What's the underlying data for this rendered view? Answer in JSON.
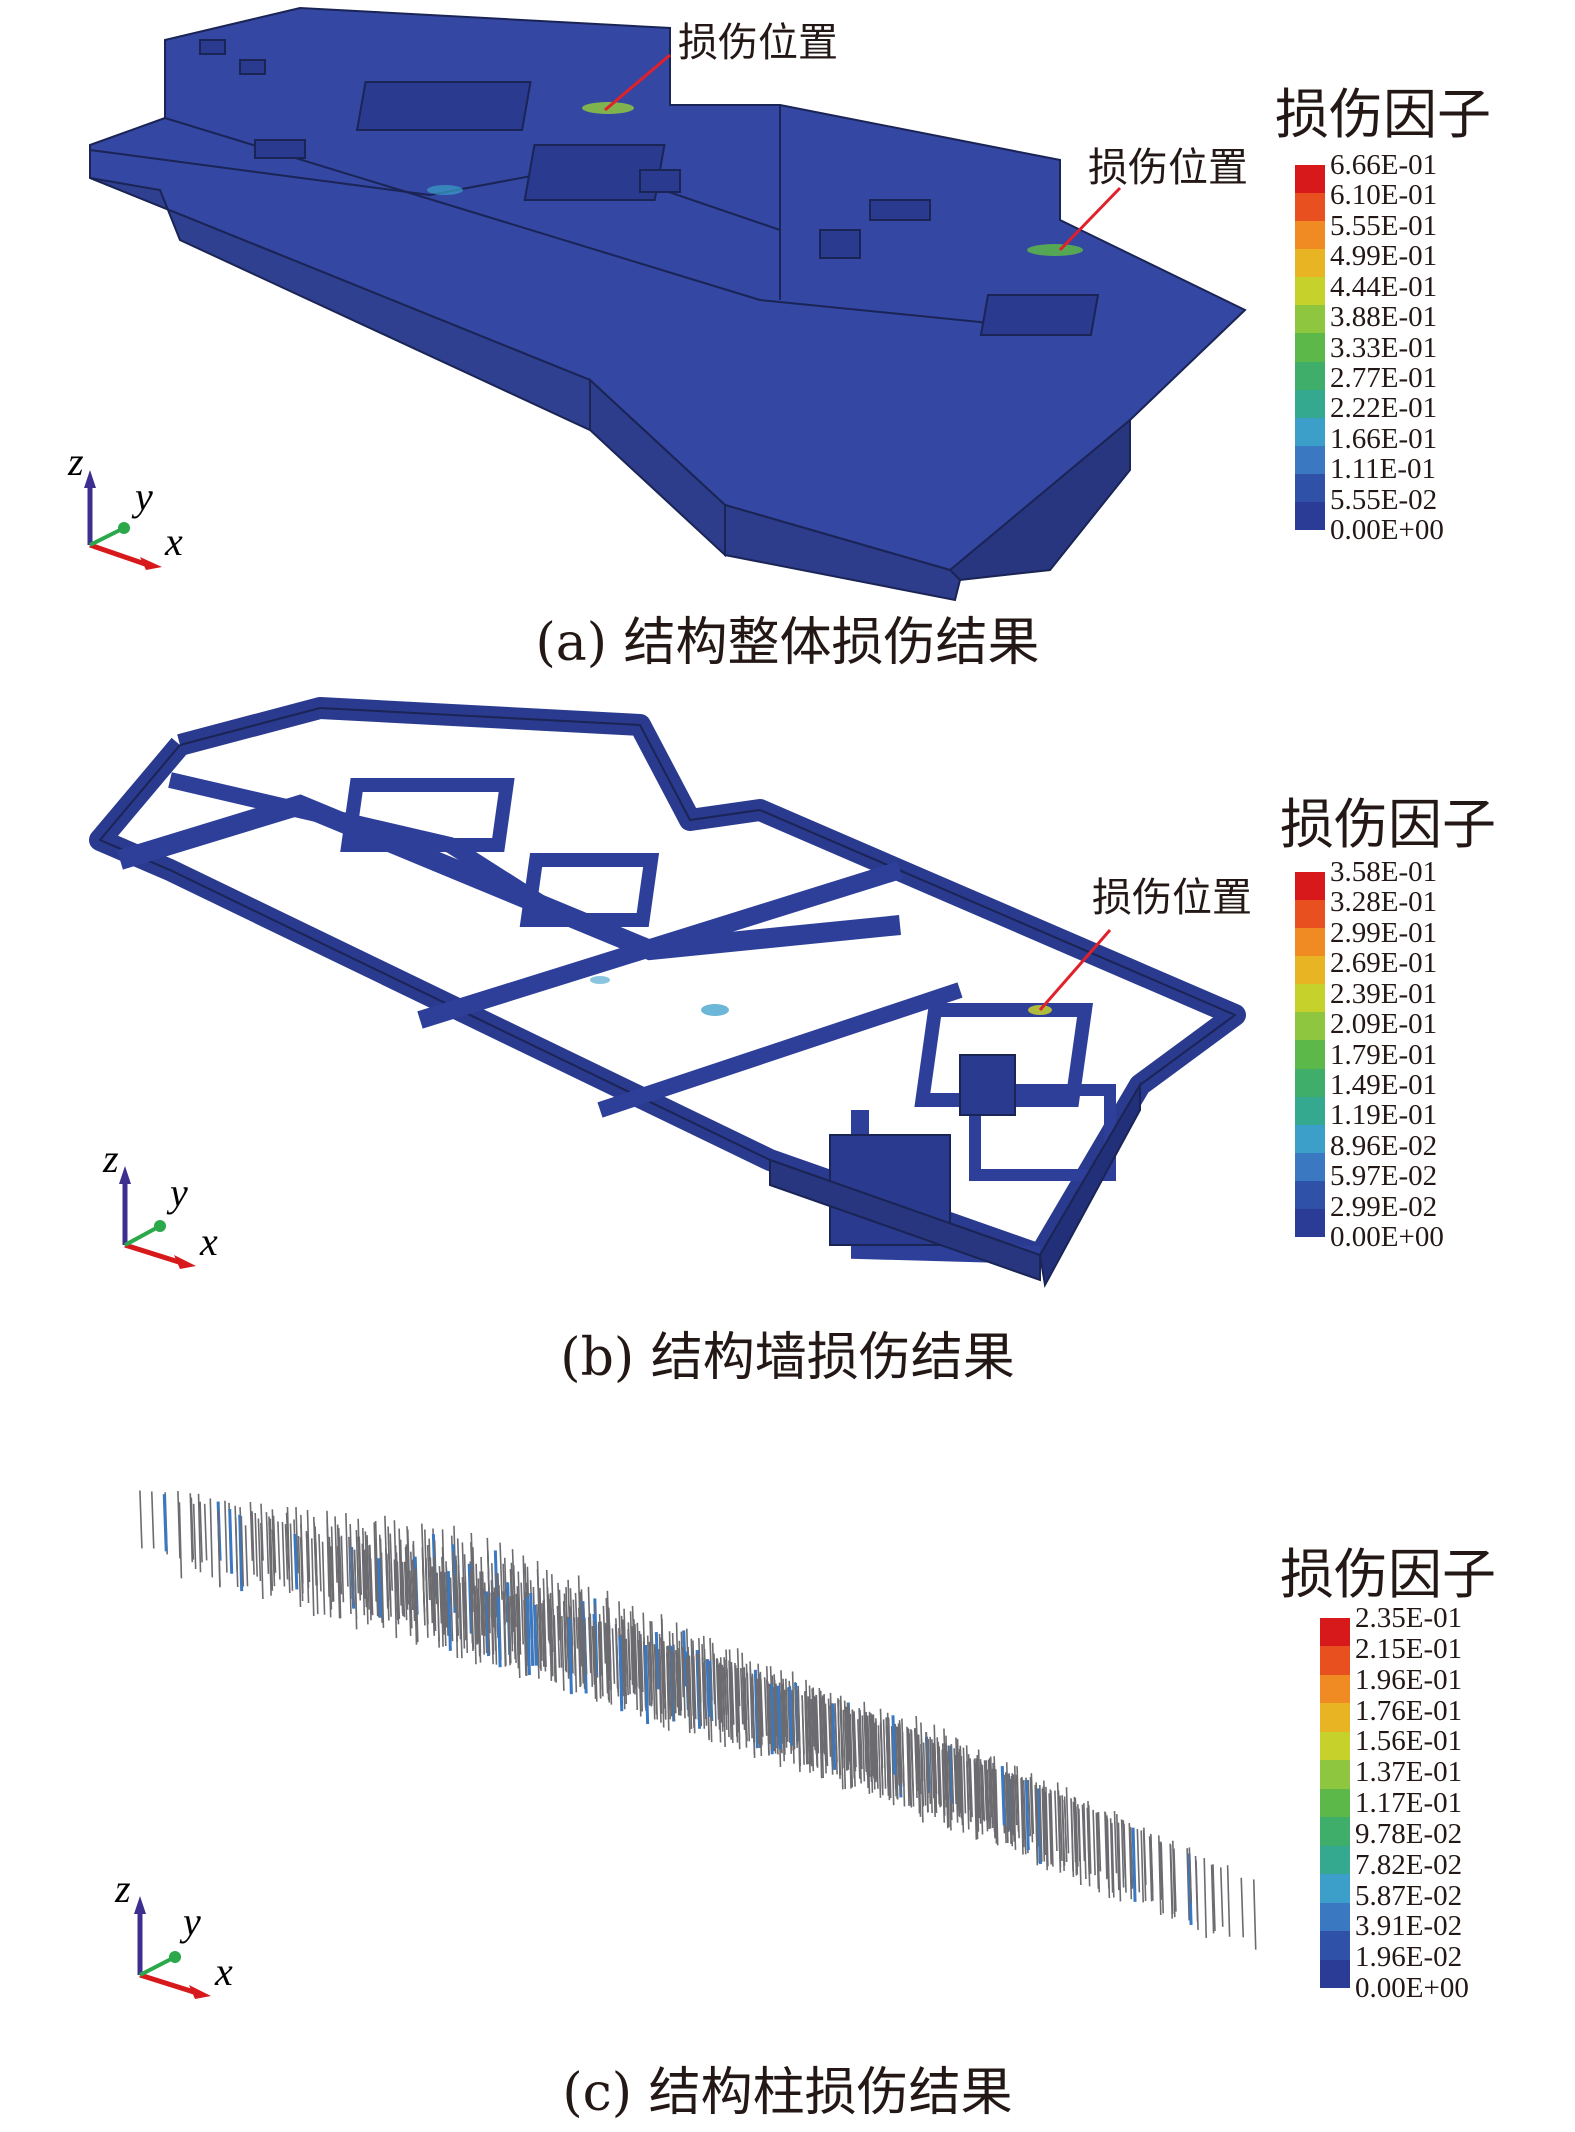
{
  "panels": [
    {
      "id": "a",
      "caption": "(a) 结构整体损伤结果",
      "callouts": [
        "损伤位置",
        "损伤位置"
      ],
      "legend": {
        "title": "损伤因子",
        "ticks": [
          "6.66E-01",
          "6.10E-01",
          "5.55E-01",
          "4.99E-01",
          "4.44E-01",
          "3.88E-01",
          "3.33E-01",
          "2.77E-01",
          "2.22E-01",
          "1.66E-01",
          "1.11E-01",
          "5.55E-02",
          "0.00E+00"
        ]
      },
      "axes": {
        "z": "z",
        "y": "y",
        "x": "x"
      }
    },
    {
      "id": "b",
      "caption": "(b) 结构墙损伤结果",
      "callouts": [
        "损伤位置"
      ],
      "legend": {
        "title": "损伤因子",
        "ticks": [
          "3.58E-01",
          "3.28E-01",
          "2.99E-01",
          "2.69E-01",
          "2.39E-01",
          "2.09E-01",
          "1.79E-01",
          "1.49E-01",
          "1.19E-01",
          "8.96E-02",
          "5.97E-02",
          "2.99E-02",
          "0.00E+00"
        ]
      },
      "axes": {
        "z": "z",
        "y": "y",
        "x": "x"
      }
    },
    {
      "id": "c",
      "caption": "(c) 结构柱损伤结果",
      "callouts": [],
      "legend": {
        "title": "损伤因子",
        "ticks": [
          "2.35E-01",
          "2.15E-01",
          "1.96E-01",
          "1.76E-01",
          "1.56E-01",
          "1.37E-01",
          "1.17E-01",
          "9.78E-02",
          "7.82E-02",
          "5.87E-02",
          "3.91E-02",
          "1.96E-02",
          "0.00E+00"
        ]
      },
      "axes": {
        "z": "z",
        "y": "y",
        "x": "x"
      }
    }
  ],
  "colors": {
    "legend_scale": [
      "#d7191c",
      "#e8501f",
      "#f08a22",
      "#e8b423",
      "#c7d12b",
      "#8ec63f",
      "#5cb848",
      "#3fae6a",
      "#35a98f",
      "#3b9fc9",
      "#3a78c2",
      "#2f51a8",
      "#2a3c96"
    ],
    "model_face": "#2e3f9a",
    "model_edge": "#1a2455",
    "callout_line": "#e0202a",
    "axis_z": "#3c2f8f",
    "axis_y": "#2aa84a",
    "axis_x": "#d7191c"
  }
}
